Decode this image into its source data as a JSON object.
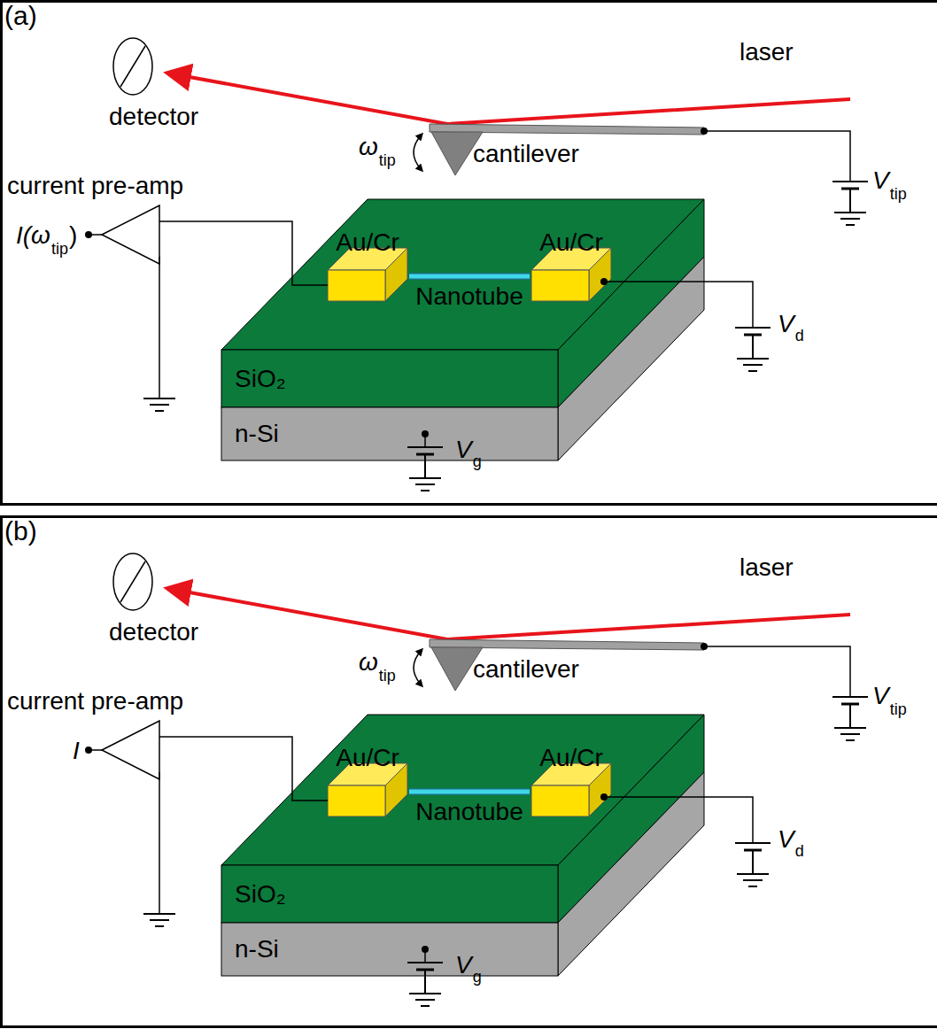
{
  "diagram": {
    "nodes": [
      {
        "text": [
          "Au/Cr"
        ]
      },
      {
        "text": [
          "Au/Cr"
        ]
      },
      {
        "text": [
          "SiO₂"
        ]
      },
      {
        "text": [
          "n-Si"
        ]
      },
      {
        "text": [
          "Au/Cr"
        ]
      },
      {
        "text": [
          "Au/Cr"
        ]
      },
      {
        "text": [
          "SiO₂"
        ]
      },
      {
        "text": [
          "n-Si"
        ]
      }
    ],
    "edges": [
      {
        "from": 0,
        "to": 1,
        "arrow": "none",
        "label": "Nanotube"
      },
      {
        "from": 4,
        "to": 5,
        "arrow": "none",
        "label": "Nanotube"
      }
    ],
    "labels": [
      "(a)",
      "detector",
      "laser",
      "cantilever",
      "ω",
      "tip",
      "V",
      "tip",
      "current pre-amp",
      "I(ω",
      "tip",
      ")",
      "V",
      "d",
      "V",
      "g",
      "(b)",
      "detector",
      "laser",
      "cantilever",
      "ω",
      "tip",
      "V",
      "tip",
      "current pre-amp",
      "I",
      "V",
      "d",
      "V",
      "g"
    ]
  }
}
